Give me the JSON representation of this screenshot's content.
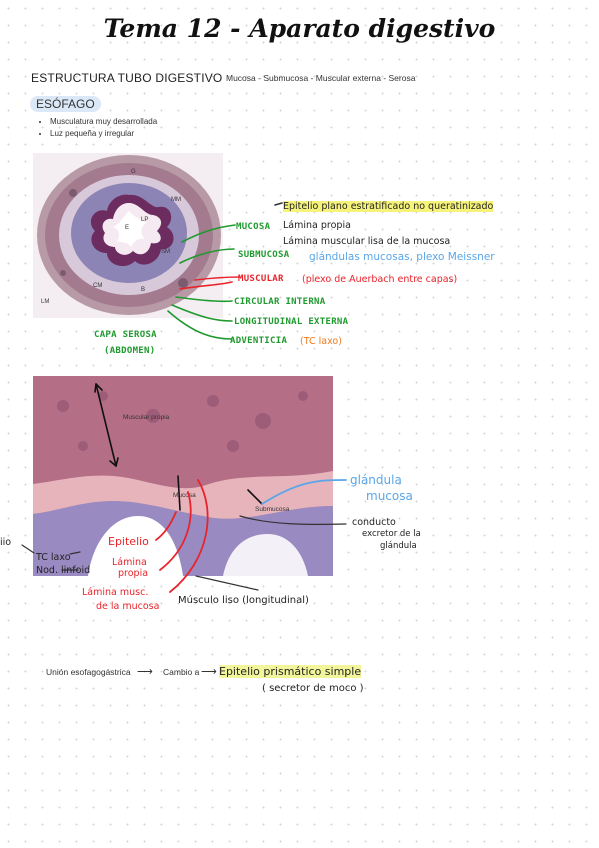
{
  "title": "Tema 12 - Aparato digestivo",
  "header": {
    "left": "ESTRUCTURA TUBO DIGESTIVO",
    "right": "Mucosa - Submucosa - Muscular externa - Serosa"
  },
  "section": "ESÓFAGO",
  "bullets": [
    "Musculatura muy desarrollada",
    "Luz pequeña y irregular"
  ],
  "figure1": {
    "micro_labels": [
      "MM",
      "E",
      "LP",
      "SM",
      "CM",
      "LM",
      "G",
      "B"
    ],
    "annotations": {
      "epitelio": "Epitelio plano estratificado no queratinizado",
      "lamina_propia": "Lámina propia",
      "lamina_muscular": "Lámina muscular lisa de la mucosa",
      "mucosa": "MUCOSA",
      "submucosa": "SUBMUCOSA",
      "glandulas": "glándulas mucosas, plexo Meissner",
      "muscular": "MUSCULAR",
      "plexo": "(plexo de Auerbach entre capas)",
      "circular": "CIRCULAR INTERNA",
      "longitudinal": "LONGITUDINAL EXTERNA",
      "adventicia": "ADVENTICIA",
      "tc_laxo": "(TC laxo)",
      "capa_serosa_1": "CAPA SEROSA",
      "capa_serosa_2": "(ABDOMEN)"
    }
  },
  "figure2": {
    "micro_labels": [
      "Muscular propia",
      "Mucosa",
      "Submucosa"
    ],
    "annotations": {
      "glandula_1": "glándula",
      "glandula_2": "mucosa",
      "conducto_1": "conducto",
      "conducto_2": "excretor de la",
      "conducto_3": "glándula",
      "epitelio": "Epitelio",
      "lamina_propia_1": "Lámina",
      "lamina_propia_2": "propia",
      "lamina_musc_1": "Lámina musc.",
      "lamina_musc_2": "de la mucosa",
      "musculo_liso": "Músculo liso (longitudinal)",
      "left_cut": "iio",
      "tc_laxo": "TC laxo",
      "nod_linfoid": "Nod. linfoid"
    }
  },
  "bottom": {
    "union": "Unión esofagogástrica",
    "cambio": "Cambio a",
    "epitelio": "Epitelio prismático simple",
    "secretor": "( secretor de moco )"
  },
  "colors": {
    "green": "#1f9a2e",
    "red": "#e8242b",
    "blue": "#5aa6e8",
    "orange": "#f07a1e",
    "highlight": "#f6f37a"
  }
}
